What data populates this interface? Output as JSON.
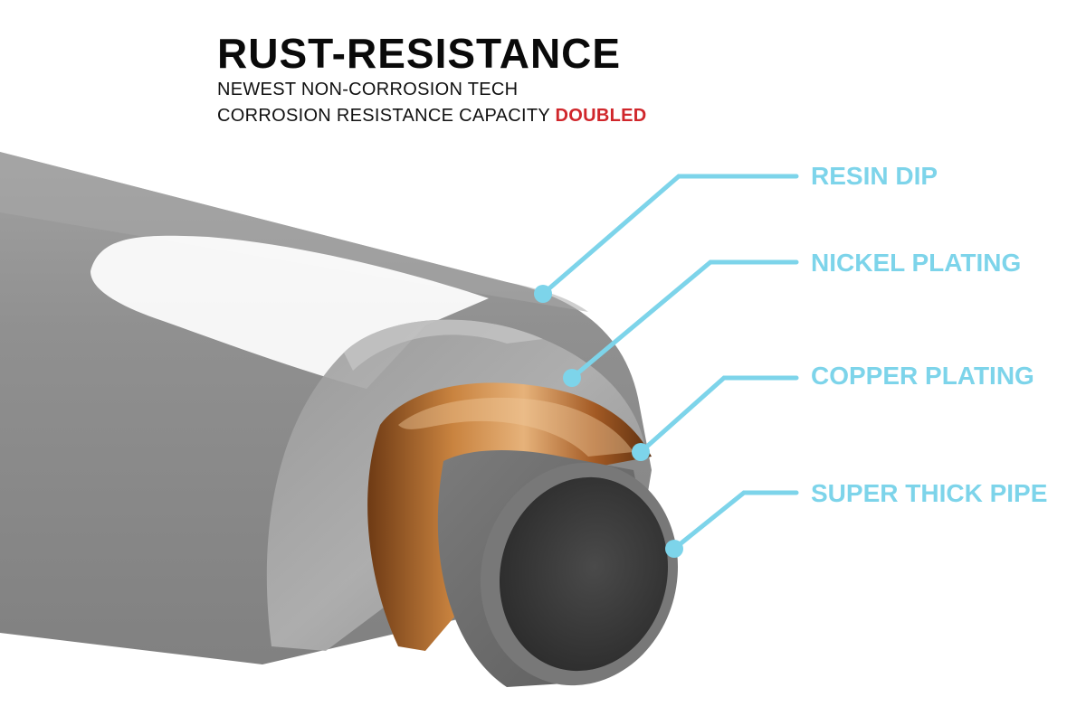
{
  "header": {
    "title": "RUST-RESISTANCE",
    "line1": "NEWEST NON-CORROSION TECH",
    "line2": "CORROSION RESISTANCE CAPACITY",
    "line2_emphasis": "DOUBLED"
  },
  "layers": [
    {
      "label": "RESIN DIP"
    },
    {
      "label": "NICKEL PLATING"
    },
    {
      "label": "COPPER PLATING"
    },
    {
      "label": "SUPER THICK PIPE"
    }
  ],
  "colors": {
    "callout": "#7dd4ea",
    "emphasis": "#d0262b",
    "resin": "#8a8a8a",
    "nickel": "#a9a9a9",
    "copper": "#b8692c",
    "pipe": "#6f6f6f"
  }
}
